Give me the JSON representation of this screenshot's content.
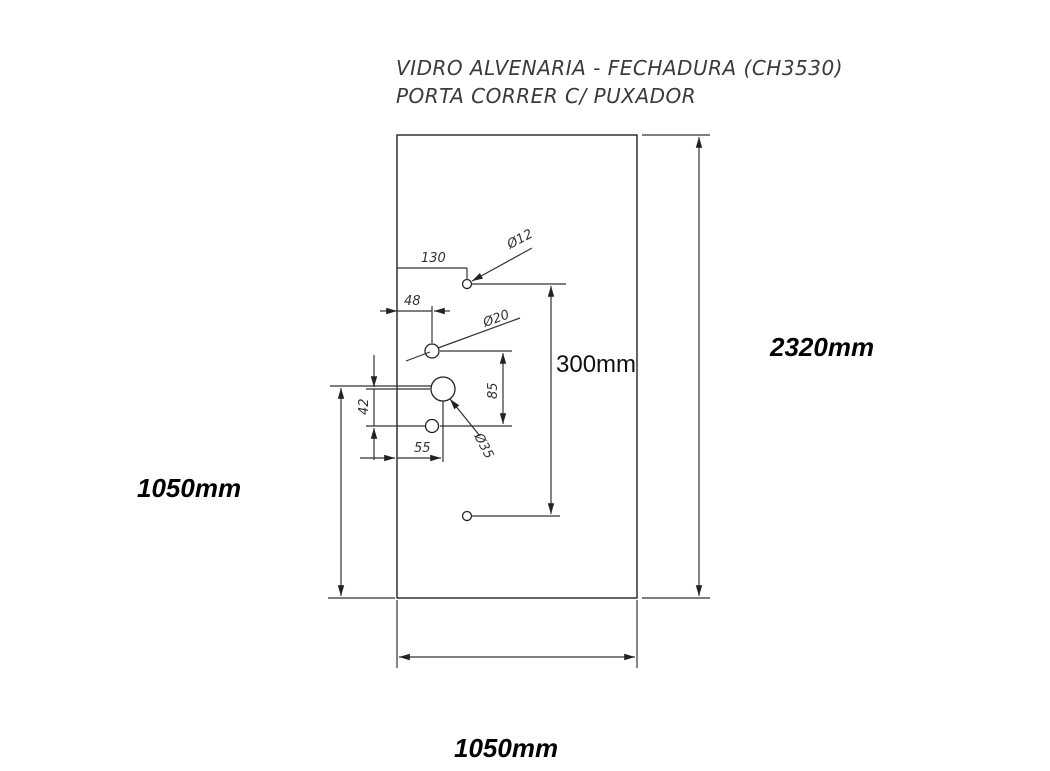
{
  "title": {
    "line1": "VIDRO ALVENARIA - FECHADURA (CH3530)",
    "line2": "PORTA CORRER C/ PUXADOR"
  },
  "dimensions": {
    "height_total": "2320mm",
    "width_total": "1050mm",
    "lock_height": "1050mm",
    "handle_spacing": "300mm",
    "offset_130": "130",
    "offset_48": "48",
    "offset_55": "55",
    "vertical_85": "85",
    "vertical_42": "42",
    "hole_d12": "Ø12",
    "hole_d20": "Ø20",
    "hole_d35": "Ø35"
  }
}
